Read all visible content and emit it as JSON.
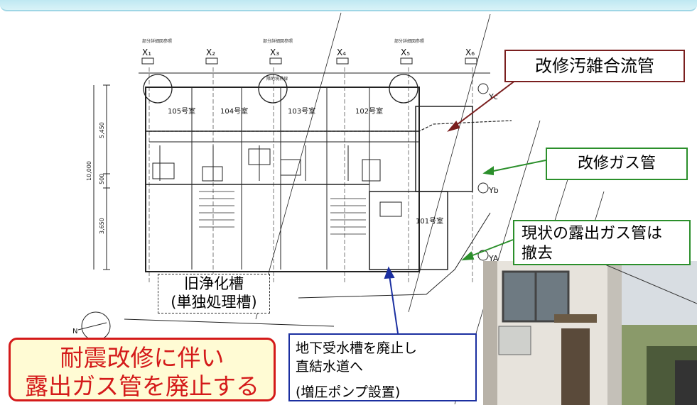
{
  "callouts": {
    "sewer_pipe": "改修汚雑合流管",
    "gas_pipe_new": "改修ガス管",
    "gas_pipe_old_l1": "現状の露出ガス管は",
    "gas_pipe_old_l2": "撤去",
    "water_l1": "地下受水槽を廃止し",
    "water_l2": "直結水道へ",
    "water_l3": "(増圧ポンプ設置)",
    "main_l1": "耐震改修に伴い",
    "main_l2": "露出ガス管を廃止する",
    "old_tank_l1": "旧浄化槽",
    "old_tank_l2": "(単独処理槽)"
  },
  "plan": {
    "grid_x": [
      "X₁",
      "X₂",
      "X₃",
      "X₄",
      "X₅",
      "X₆"
    ],
    "grid_y": [
      "Yc",
      "Yb",
      "YA"
    ],
    "rooms": [
      "105号室",
      "104号室",
      "103号室",
      "102号室",
      "101号室"
    ],
    "detail_note": "部分詳細図参照",
    "dims": [
      "5,450",
      "10,000",
      "500",
      "3,650"
    ],
    "boundary": "隣地境界線",
    "north": "N"
  },
  "colors": {
    "sewer_border": "#7a1f1f",
    "gas_border": "#2b8f2b",
    "water_border": "#1b2fa0",
    "main_text": "#d41a1a",
    "main_fill": "#fffbd4"
  }
}
